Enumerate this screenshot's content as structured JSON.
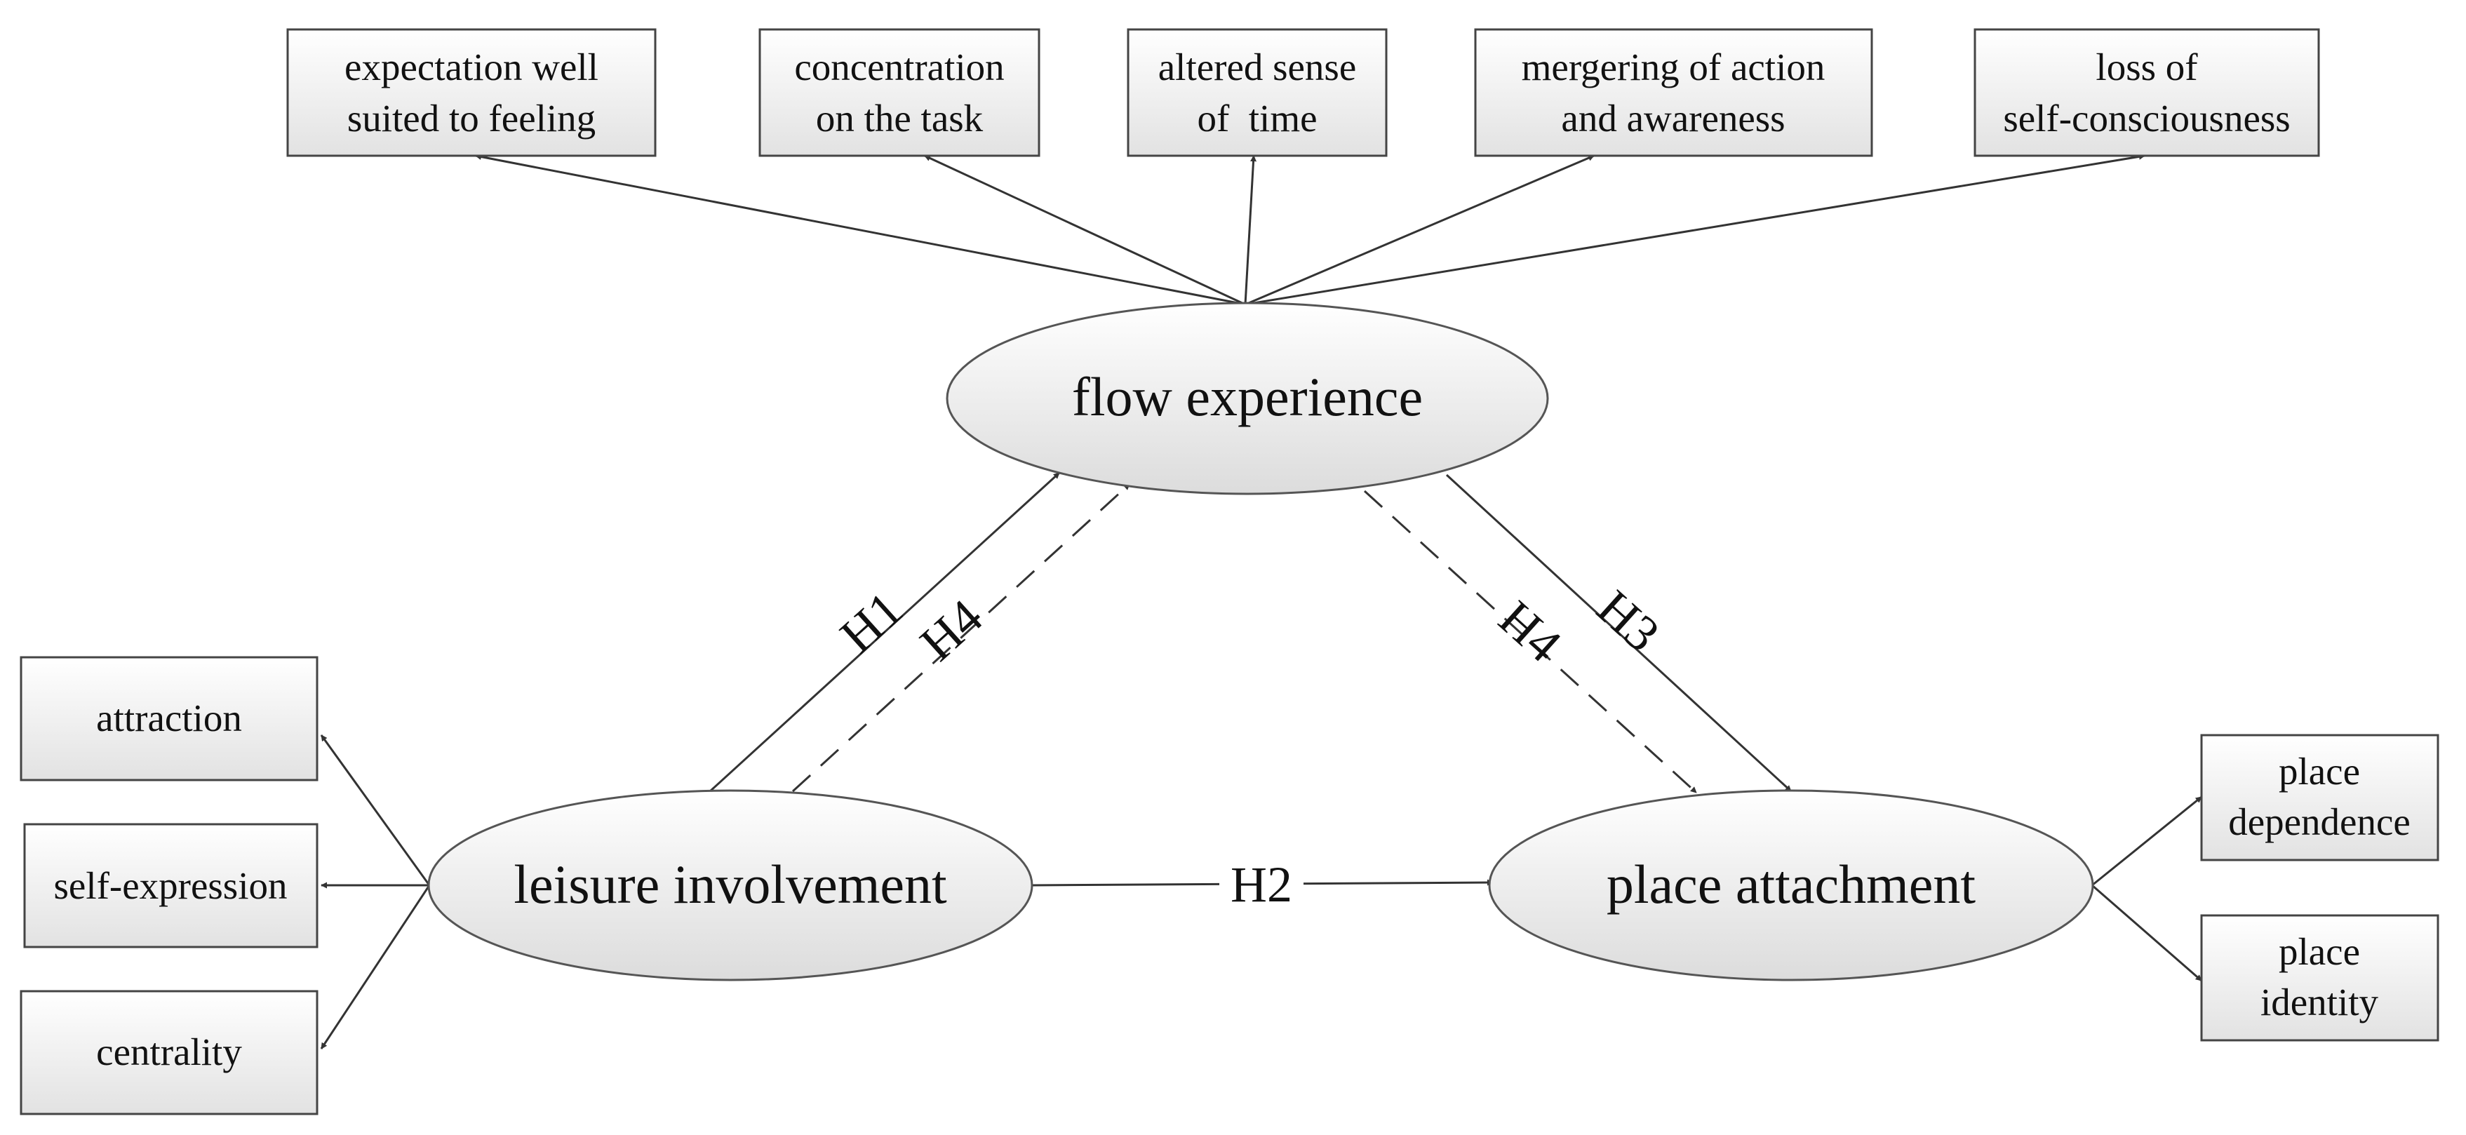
{
  "constructs": {
    "flow": "flow experience",
    "involvement": "leisure involvement",
    "attachment": "place attachment"
  },
  "flow_indicators": [
    [
      "expectation well",
      "suited to feeling"
    ],
    [
      "concentration",
      "on the task"
    ],
    [
      "altered sense",
      "of  time"
    ],
    [
      "mergering of action",
      "and awareness"
    ],
    [
      "loss of",
      "self-consciousness"
    ]
  ],
  "involvement_indicators": [
    "attraction",
    "self-expression",
    "centrality"
  ],
  "attachment_indicators": [
    [
      "place",
      "dependence"
    ],
    [
      "place",
      "identity"
    ]
  ],
  "hypotheses": {
    "h1": "H1",
    "h4_left": "H4",
    "h4_right": "H4",
    "h3": "H3",
    "h2": "H2"
  },
  "colors": {
    "line": "#333333",
    "box_fill_top": "#ffffff",
    "box_fill_bottom": "#e2e2e2",
    "ellipse_fill_top": "#ffffff",
    "ellipse_fill_bottom": "#dcdcdc"
  }
}
